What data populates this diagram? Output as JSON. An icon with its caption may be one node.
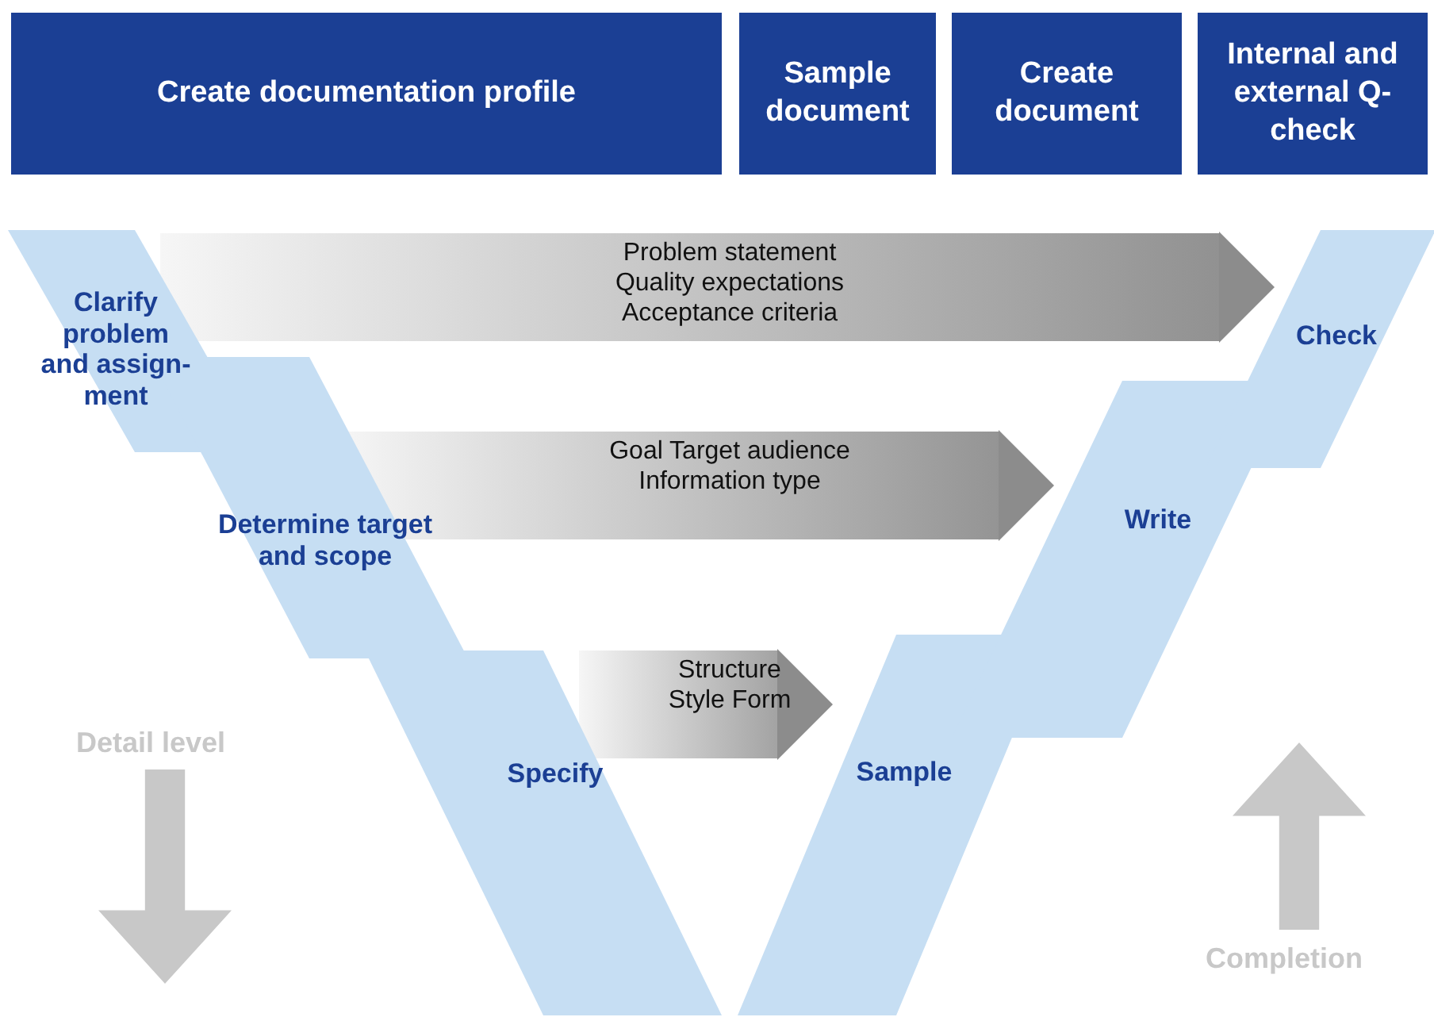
{
  "diagram": {
    "nodes": [
      {
        "text": [
          "Create documentation profile"
        ]
      },
      {
        "text": [
          "Sample document"
        ]
      },
      {
        "text": [
          "Create document"
        ]
      },
      {
        "text": [
          "Internal and external Q-check"
        ]
      },
      {
        "text": [
          "Clarify problem and assign-ment"
        ]
      },
      {
        "text": [
          "Determine target and scope"
        ]
      },
      {
        "text": [
          "Specify"
        ]
      },
      {
        "text": [
          "Sample"
        ]
      },
      {
        "text": [
          "Write"
        ]
      },
      {
        "text": [
          "Check"
        ]
      }
    ],
    "edges": [
      {
        "from": 4,
        "to": 9,
        "arrow": "to",
        "label": "Problem statement Quality expectations Acceptance criteria"
      },
      {
        "from": 5,
        "to": 8,
        "arrow": "to",
        "label": "Goal Target audience Information type"
      },
      {
        "from": 6,
        "to": 7,
        "arrow": "to",
        "label": "Structure Style Form"
      }
    ],
    "labels": [
      "Detail level",
      "Completion"
    ]
  }
}
